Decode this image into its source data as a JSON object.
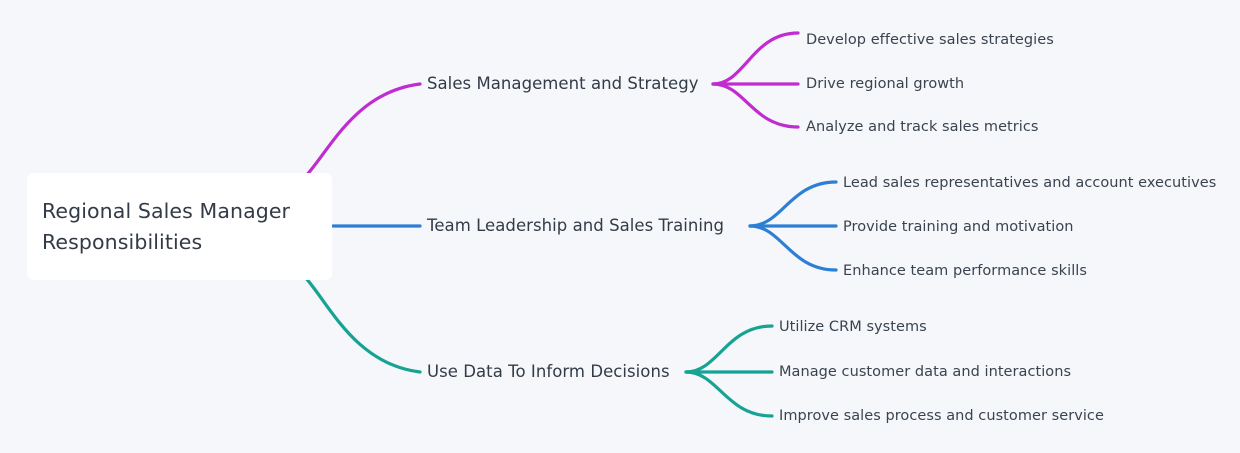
{
  "diagram": {
    "type": "mindmap",
    "background_color": "#f5f7fa",
    "root": {
      "lines": [
        "Regional Sales Manager",
        "Responsibilities"
      ],
      "text_color": "#333b47",
      "fill_color": "#ffffff"
    },
    "branches": [
      {
        "label": "Sales Management and Strategy",
        "color": "#c02ccf",
        "leaves": [
          "Develop effective sales strategies",
          "Drive regional growth",
          "Analyze and track sales metrics"
        ]
      },
      {
        "label": "Team Leadership and Sales Training",
        "color": "#2c7fd4",
        "leaves": [
          "Lead sales representatives and account executives",
          "Provide training and motivation",
          "Enhance team performance skills"
        ]
      },
      {
        "label": "Use Data To Inform Decisions",
        "color": "#16a394",
        "leaves": [
          "Utilize CRM systems",
          "Manage customer data and interactions",
          "Improve sales process and customer service"
        ]
      }
    ]
  }
}
